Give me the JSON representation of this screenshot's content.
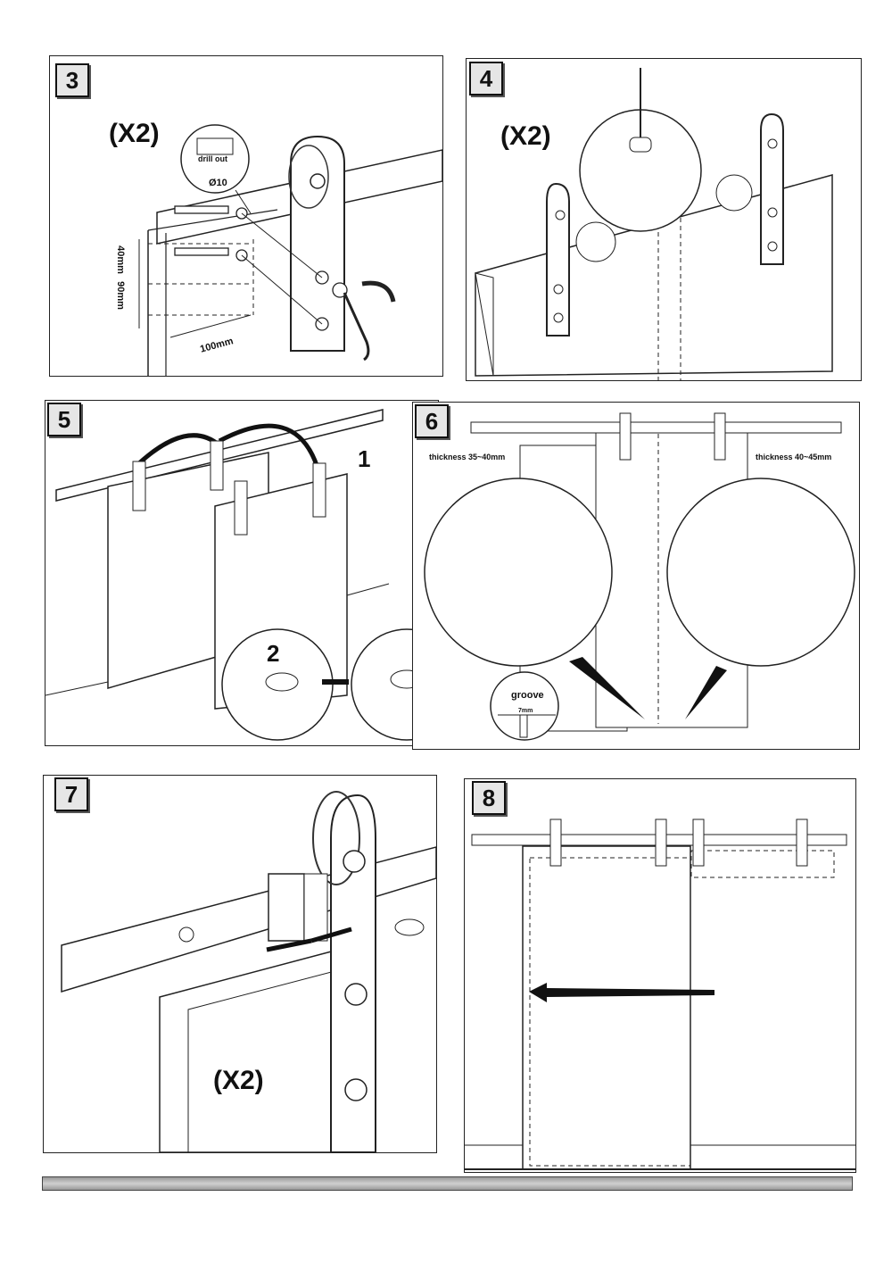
{
  "steps": [
    {
      "number": "3",
      "multiplier": "(X2)",
      "drill_label": "drill out",
      "diameter": "Ø10",
      "dim_40": "40mm",
      "dim_90": "90mm",
      "dim_100": "100mm"
    },
    {
      "number": "4",
      "multiplier": "(X2)"
    },
    {
      "number": "5",
      "sub1": "1",
      "sub2": "2"
    },
    {
      "number": "6",
      "thickness_left": "thickness 35~40mm",
      "thickness_right": "thickness 40~45mm",
      "groove_label": "groove",
      "groove_width": "7mm"
    },
    {
      "number": "7",
      "multiplier": "(X2)"
    },
    {
      "number": "8"
    }
  ]
}
